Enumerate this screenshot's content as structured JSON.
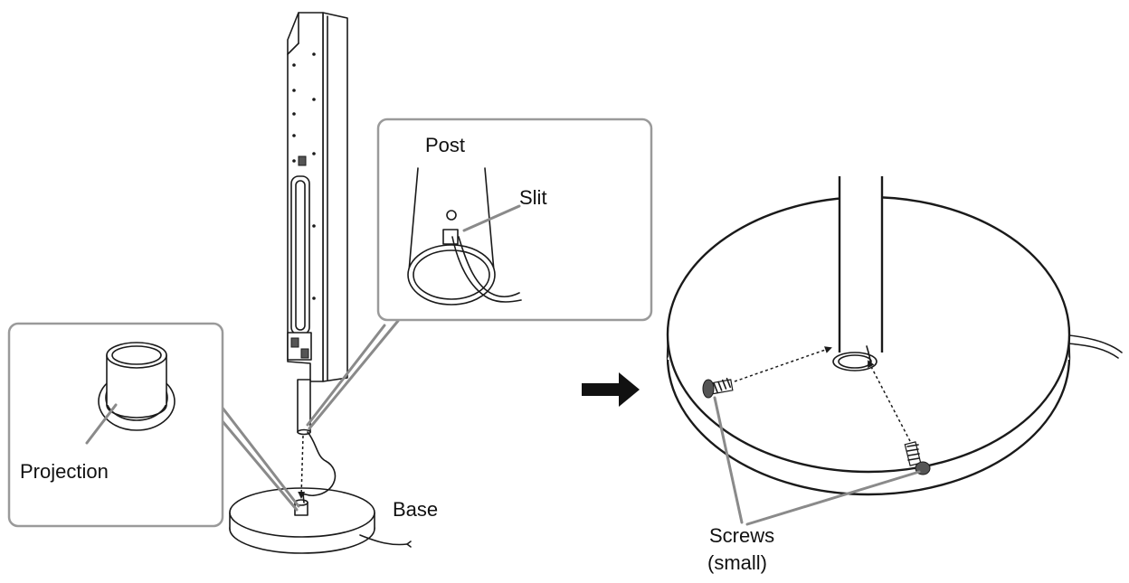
{
  "labels": {
    "post": "Post",
    "slit": "Slit",
    "projection": "Projection",
    "base": "Base",
    "screws_line1": "Screws",
    "screws_line2": "(small)"
  },
  "icons": {
    "step_arrow": "right-arrow-icon"
  },
  "colors": {
    "line": "#1a1a1a",
    "callout_border": "#9a9a9a",
    "leader": "#8a8a8a",
    "background": "#ffffff"
  }
}
